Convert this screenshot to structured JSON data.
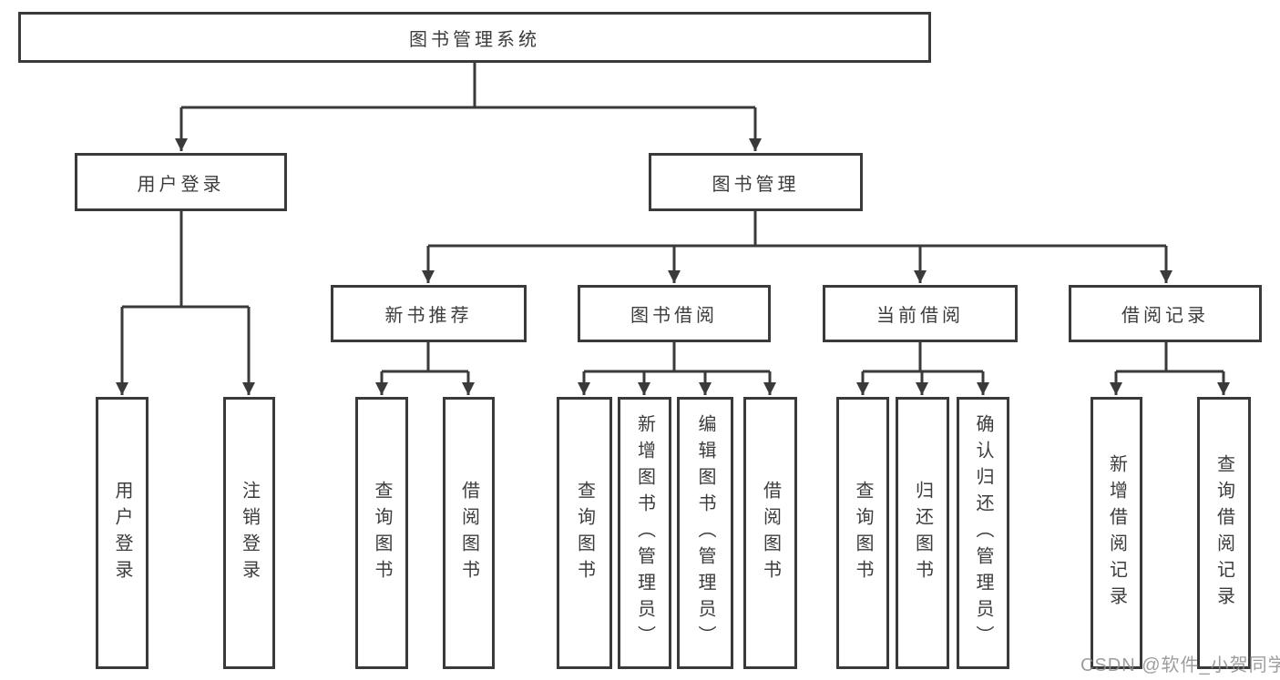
{
  "diagram": {
    "tree": {
      "root": {
        "label": "图书管理系统",
        "children": [
          {
            "label": "用户登录",
            "children": [
              {
                "label": "用户登录"
              },
              {
                "label": "注销登录"
              }
            ]
          },
          {
            "label": "图书管理",
            "children": [
              {
                "label": "新书推荐",
                "children": [
                  {
                    "label": "查询图书"
                  },
                  {
                    "label": "借阅图书"
                  }
                ]
              },
              {
                "label": "图书借阅",
                "children": [
                  {
                    "label": "查询图书"
                  },
                  {
                    "label": "新增图书（管理员）"
                  },
                  {
                    "label": "编辑图书（管理员）"
                  },
                  {
                    "label": "借阅图书"
                  }
                ]
              },
              {
                "label": "当前借阅",
                "children": [
                  {
                    "label": "查询图书"
                  },
                  {
                    "label": "归还图书"
                  },
                  {
                    "label": "确认归还（管理员）"
                  }
                ]
              },
              {
                "label": "借阅记录",
                "children": [
                  {
                    "label": "新增借阅记录"
                  },
                  {
                    "label": "查询借阅记录"
                  }
                ]
              }
            ]
          }
        ]
      }
    },
    "colors": {
      "line": "#3a3a3a",
      "box_border": "#3a3a3a",
      "text": "#3c3c3c",
      "background": "#ffffff",
      "watermark": "#8c8c8c"
    }
  },
  "watermark": {
    "text": "CSDN @软件_小贺同学"
  }
}
